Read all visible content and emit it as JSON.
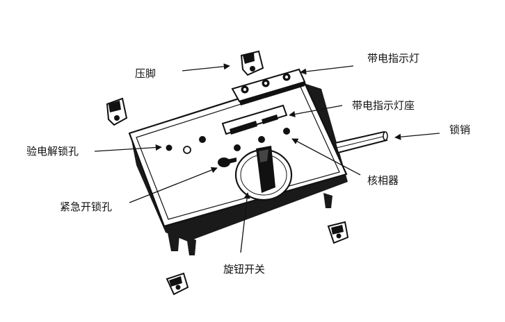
{
  "labels": {
    "presser_foot": "压脚",
    "live_indicator": "带电指示灯",
    "live_indicator_socket": "带电指示灯座",
    "lock_pin": "锁销",
    "test_unlock_hole": "验电解锁孔",
    "phase_detector": "核相器",
    "emergency_unlock_hole": "紧急开锁孔",
    "rotary_switch": "旋钮开关"
  },
  "colors": {
    "ink": "#111111",
    "body_fill": "#ffffff",
    "body_shadow": "#1a1a1a"
  }
}
